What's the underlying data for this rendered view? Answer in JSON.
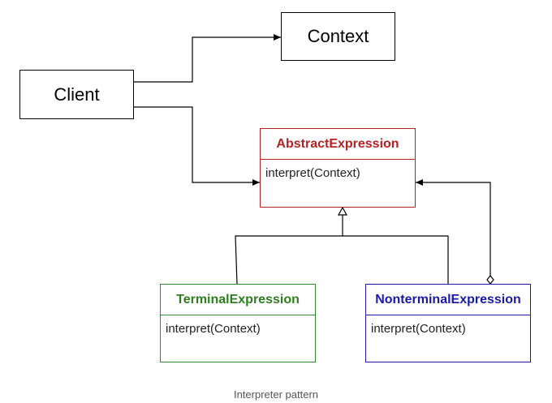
{
  "client": {
    "label": "Client"
  },
  "context": {
    "label": "Context"
  },
  "abstract_expression": {
    "title": "AbstractExpression",
    "method": "interpret(Context)"
  },
  "terminal_expression": {
    "title": "TerminalExpression",
    "method": "interpret(Context)"
  },
  "nonterminal_expression": {
    "title": "NonterminalExpression",
    "method": "interpret(Context)"
  },
  "caption": "Interpreter pattern",
  "colors": {
    "abstract": "#b22222",
    "terminal": "#2e8b2e",
    "nonterminal": "#1a1aa6",
    "lines": "#000000"
  }
}
